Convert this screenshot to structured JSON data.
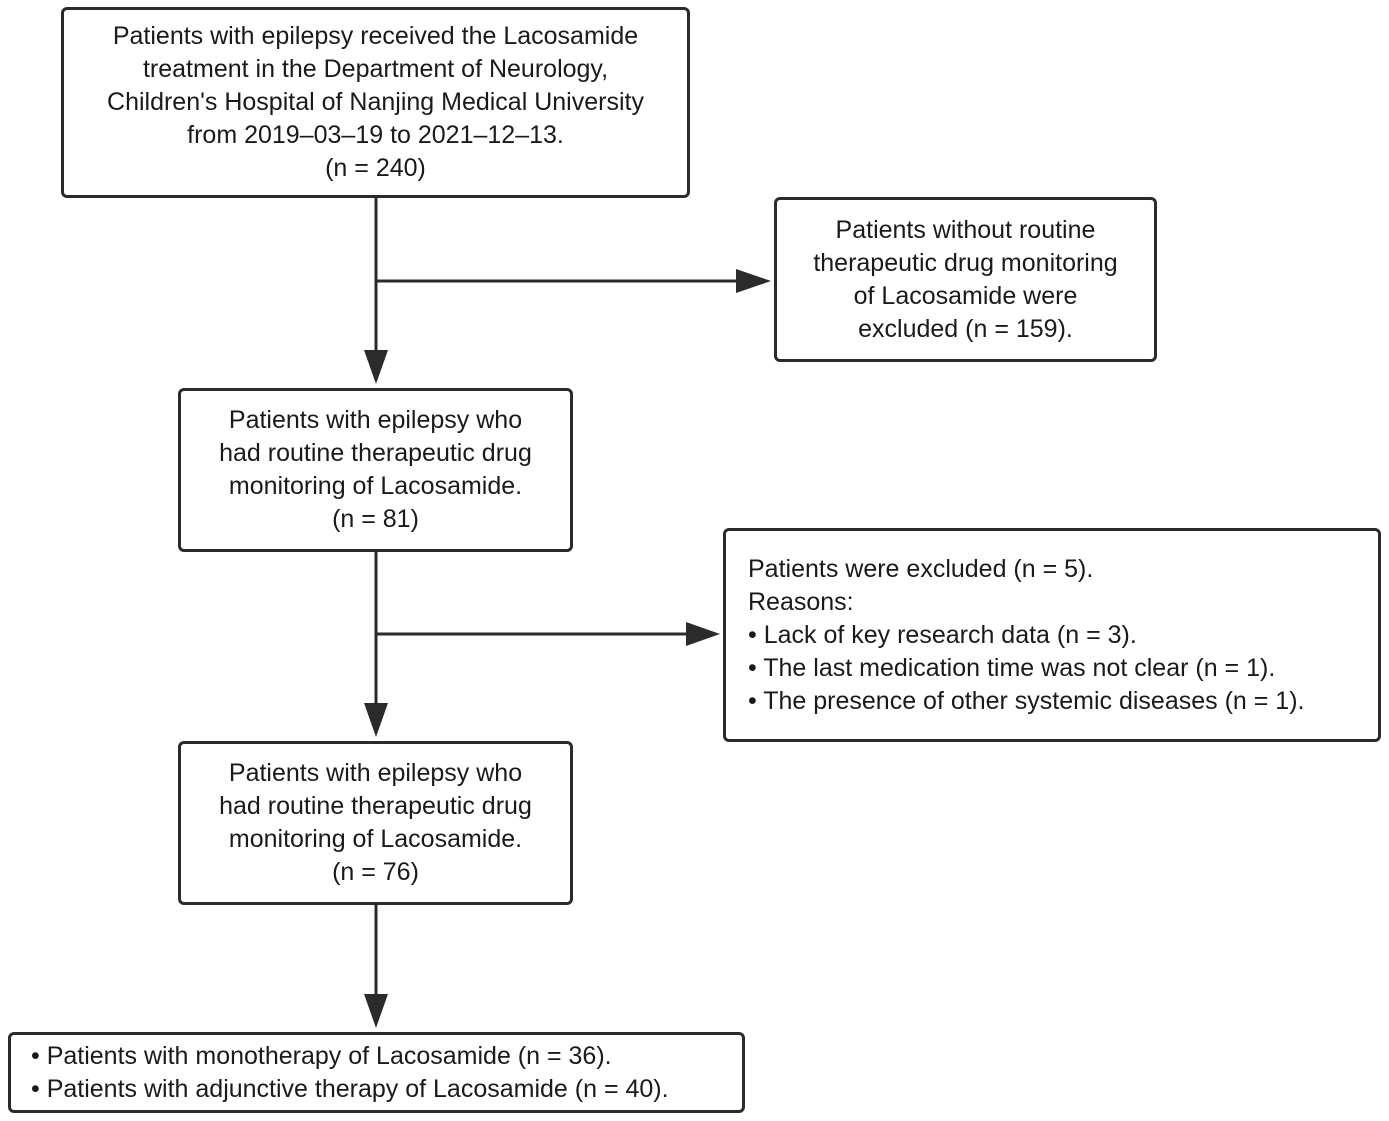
{
  "flowchart": {
    "start": {
      "lines": [
        "Patients with epilepsy received the Lacosamide",
        "treatment in the Department of Neurology,",
        "Children's Hospital of Nanjing Medical University",
        "from 2019–03–19 to 2021–12–13.",
        "(n = 240)"
      ]
    },
    "exclusion_1": {
      "lines": [
        "Patients without routine",
        "therapeutic drug monitoring",
        "of Lacosamide were",
        "excluded (n = 159)."
      ]
    },
    "tdm_81": {
      "lines": [
        "Patients with epilepsy who",
        "had routine therapeutic drug",
        "monitoring of Lacosamide.",
        "(n = 81)"
      ]
    },
    "exclusion_2": {
      "lines": [
        "Patients were excluded (n = 5).",
        "Reasons:",
        "• Lack of key research data (n = 3).",
        "• The last medication time was not clear (n = 1).",
        "• The presence of other systemic diseases (n = 1)."
      ]
    },
    "tdm_76": {
      "lines": [
        "Patients with epilepsy who",
        "had routine therapeutic drug",
        "monitoring of Lacosamide.",
        "(n = 76)"
      ]
    },
    "final": {
      "lines": [
        "• Patients with monotherapy of Lacosamide (n = 36).",
        "• Patients with adjunctive therapy of Lacosamide (n = 40)."
      ]
    }
  },
  "colors": {
    "border": "#2b2b2b",
    "text": "#1a1a1a",
    "background": "#ffffff"
  }
}
